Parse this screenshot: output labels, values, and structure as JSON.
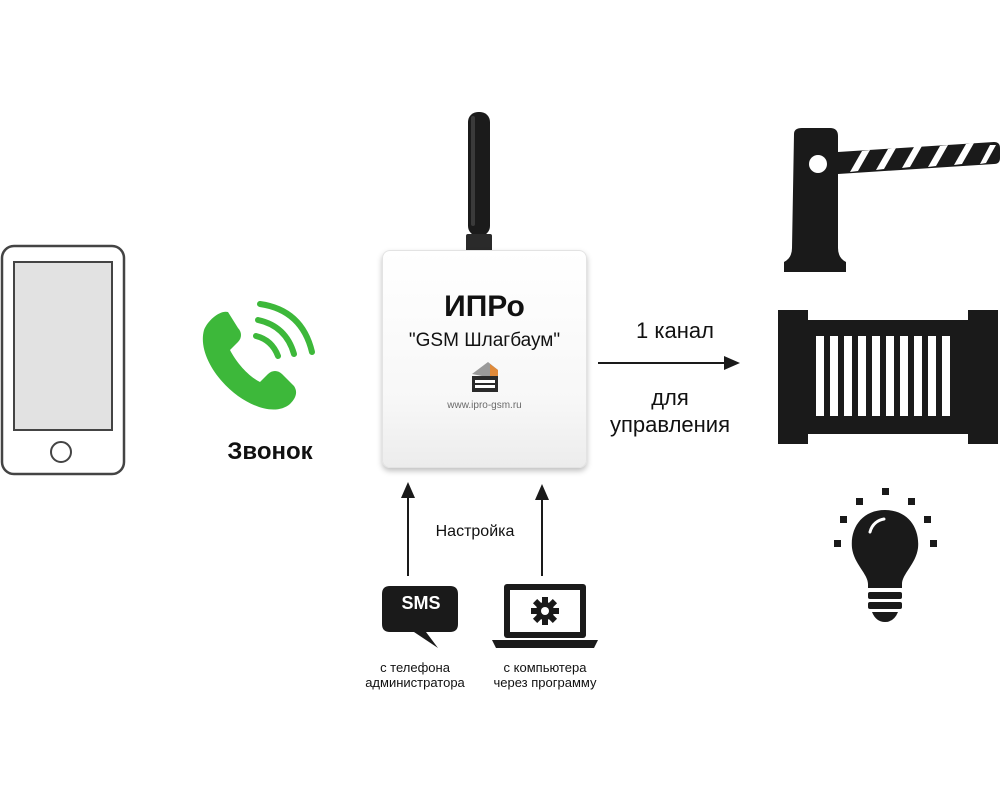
{
  "call": {
    "label": "Звонок"
  },
  "device": {
    "title": "ИПРо",
    "subtitle": "\"GSM Шлагбаум\"",
    "url": "www.ipro-gsm.ru"
  },
  "channel": {
    "line1": "1 канал",
    "line2": "для",
    "line3": "управления"
  },
  "settings": {
    "label": "Настройка",
    "sms": {
      "badge": "SMS",
      "caption_line1": "с телефона",
      "caption_line2": "администратора"
    },
    "computer": {
      "caption_line1": "с компьютера",
      "caption_line2": "через программу"
    }
  },
  "icons": {
    "phone": "smartphone-icon",
    "call": "phone-call-icon",
    "antenna": "antenna-icon",
    "sms": "sms-bubble-icon",
    "laptop": "laptop-settings-icon",
    "barrier": "barrier-gate-icon",
    "gate": "sliding-gate-icon",
    "bulb": "light-bulb-icon"
  },
  "colors": {
    "call_green": "#3db83a",
    "dark": "#1a1a1a",
    "device_body": "#f7f7f7"
  }
}
